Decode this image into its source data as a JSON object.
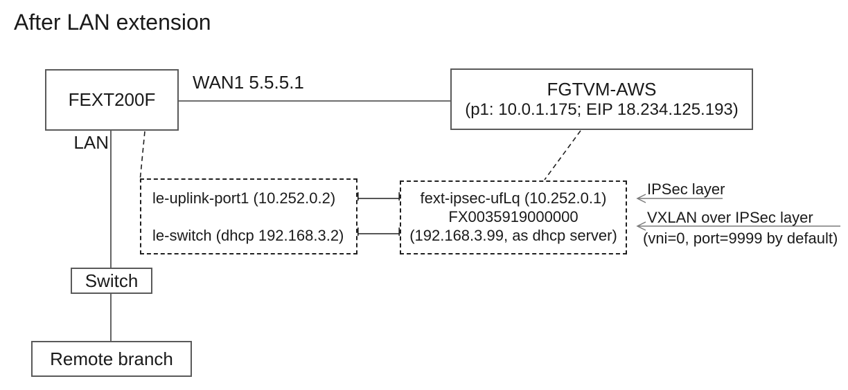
{
  "title": "After LAN extension",
  "colors": {
    "background": "#ffffff",
    "text": "#1a1a1a",
    "box_border": "#595959",
    "dashed_border": "#1f1f1f",
    "line": "#3d3d3d",
    "arrow": "#7a7a7a"
  },
  "nodes": {
    "fext200f": {
      "label": "FEXT200F"
    },
    "fgtvm_aws": {
      "label": "FGTVM-AWS",
      "sublabel": "(p1: 10.0.1.175; EIP 18.234.125.193)"
    },
    "switch": {
      "label": "Switch"
    },
    "remote_branch": {
      "label": "Remote branch"
    },
    "le_box": {
      "lines": [
        "le-uplink-port1 (10.252.0.2)",
        "le-switch (dhcp 192.168.3.2)"
      ]
    },
    "ipsec_box": {
      "lines": [
        "fext-ipsec-ufLq (10.252.0.1)",
        "FX0035919000000",
        "(192.168.3.99, as dhcp server)"
      ]
    }
  },
  "labels": {
    "wan1": "WAN1 5.5.5.1",
    "lan": "LAN",
    "ipsec_layer": "IPSec layer",
    "vxlan_layer": "VXLAN over IPSec layer",
    "vxlan_note": "(vni=0, port=9999 by default)"
  }
}
